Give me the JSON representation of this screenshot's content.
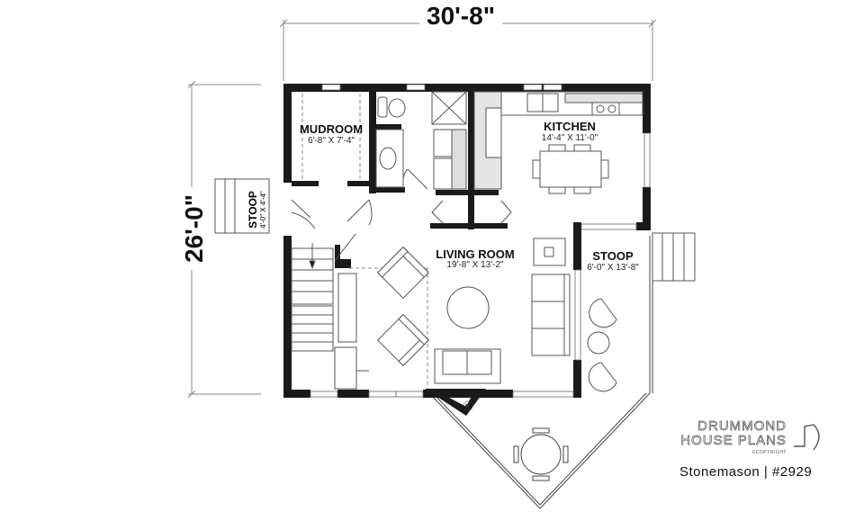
{
  "dimensions": {
    "overall_width": "30'-8\"",
    "overall_depth": "26'-0\""
  },
  "rooms": [
    {
      "name": "MUDROOM",
      "size": "6'-8\" X 7'-4\""
    },
    {
      "name": "KITCHEN",
      "size": "14'-4\" X 11'-0\""
    },
    {
      "name": "LIVING ROOM",
      "size": "19'-8\" X 13'-2\""
    },
    {
      "name": "STOOP",
      "size": "6'-0\" X 13'-8\""
    },
    {
      "name": "STOOP",
      "size": "4'-0\" X 4'-4\""
    }
  ],
  "branding": {
    "line1": "DRUMMOND",
    "line2": "HOUSE PLANS",
    "copyright": "©COPYRIGHT",
    "plan_label": "Stonemason | #2929"
  },
  "colors": {
    "wall": "#1a1a1a",
    "line": "#555555",
    "dim_line": "#888888",
    "background": "#ffffff"
  }
}
